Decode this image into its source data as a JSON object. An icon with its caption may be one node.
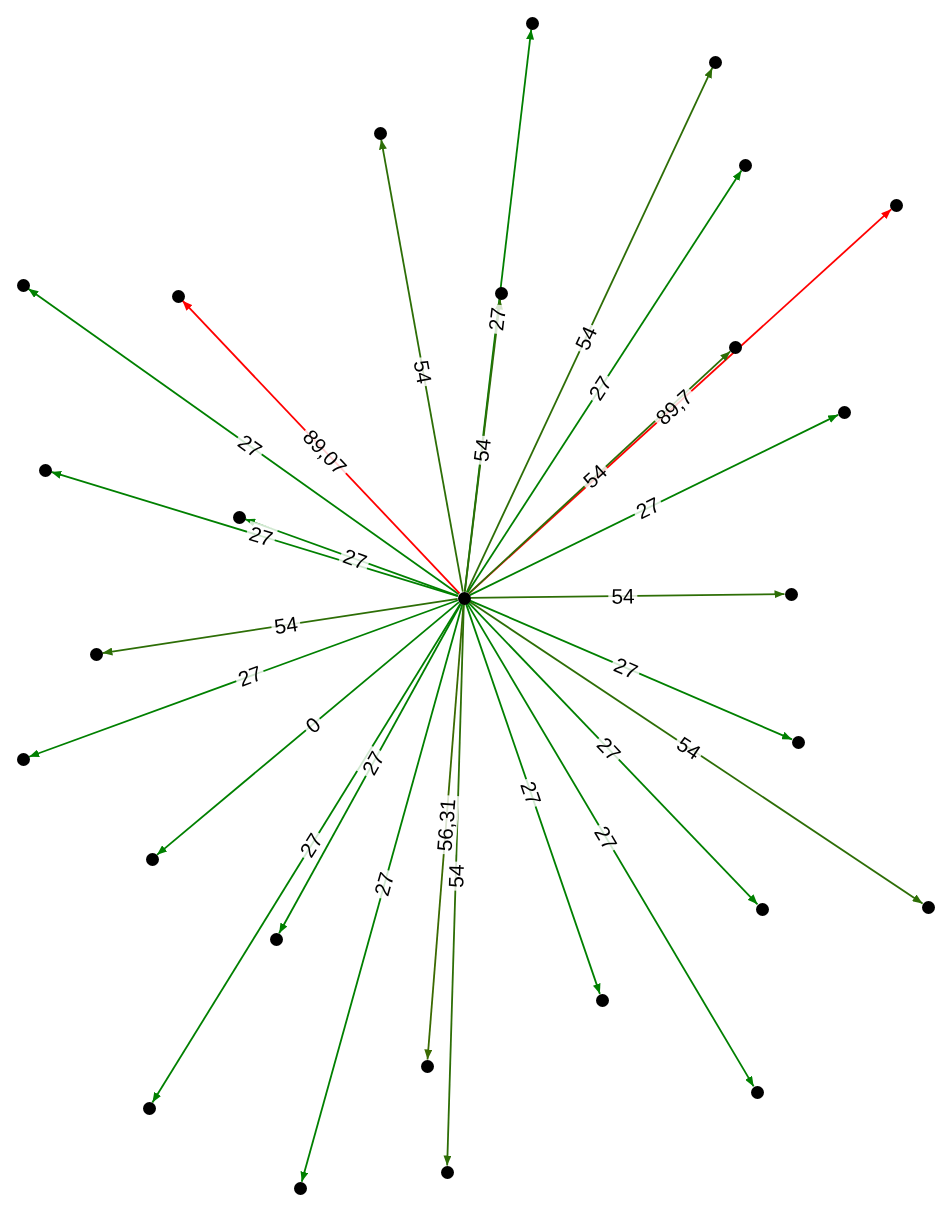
{
  "diagram": {
    "nodes": [
      {
        "text": [],
        "shape": "circle"
      },
      {
        "text": [],
        "shape": "circle"
      },
      {
        "text": [],
        "shape": "circle"
      },
      {
        "text": [],
        "shape": "circle"
      },
      {
        "text": [],
        "shape": "circle"
      },
      {
        "text": [],
        "shape": "circle"
      },
      {
        "text": [],
        "shape": "circle"
      },
      {
        "text": [],
        "shape": "circle"
      },
      {
        "text": [],
        "shape": "circle"
      },
      {
        "text": [],
        "shape": "circle"
      },
      {
        "text": [],
        "shape": "circle"
      },
      {
        "text": [],
        "shape": "circle"
      },
      {
        "text": [],
        "shape": "circle"
      },
      {
        "text": [],
        "shape": "circle"
      },
      {
        "text": [],
        "shape": "circle"
      },
      {
        "text": [],
        "shape": "circle"
      },
      {
        "text": [],
        "shape": "circle"
      },
      {
        "text": [],
        "shape": "circle"
      },
      {
        "text": [],
        "shape": "circle"
      },
      {
        "text": [],
        "shape": "circle"
      },
      {
        "text": [],
        "shape": "circle"
      },
      {
        "text": [],
        "shape": "circle"
      },
      {
        "text": [],
        "shape": "circle"
      },
      {
        "text": [],
        "shape": "circle"
      },
      {
        "text": [],
        "shape": "circle"
      },
      {
        "text": [],
        "shape": "circle"
      },
      {
        "text": [],
        "shape": "circle"
      }
    ],
    "edges": [
      {
        "from": 13,
        "to": 0,
        "arrow": "to",
        "label": "27"
      },
      {
        "from": 13,
        "to": 1,
        "arrow": "to",
        "label": "54",
        "color": "#2d6e06"
      },
      {
        "from": 13,
        "to": 2,
        "arrow": "to",
        "label": "54",
        "color": "#2d6e06"
      },
      {
        "from": 13,
        "to": 3,
        "arrow": "to",
        "label": "27"
      },
      {
        "from": 13,
        "to": 4,
        "arrow": "to",
        "label": "89,7",
        "color": "#ff0000"
      },
      {
        "from": 13,
        "to": 5,
        "arrow": "to",
        "label": "27"
      },
      {
        "from": 13,
        "to": 6,
        "arrow": "to",
        "label": "54",
        "color": "#2d6e06"
      },
      {
        "from": 13,
        "to": 7,
        "arrow": "to",
        "label": "89,07",
        "color": "#ff0000"
      },
      {
        "from": 13,
        "to": 8,
        "arrow": "to",
        "label": "54",
        "color": "#2d6e06"
      },
      {
        "from": 13,
        "to": 9,
        "arrow": "to",
        "label": "27"
      },
      {
        "from": 13,
        "to": 10,
        "arrow": "to",
        "label": "27"
      },
      {
        "from": 13,
        "to": 11,
        "arrow": "to",
        "label": "27"
      },
      {
        "from": 13,
        "to": 12,
        "arrow": "to",
        "label": "54",
        "color": "#2d6e06"
      },
      {
        "from": 13,
        "to": 14,
        "arrow": "to",
        "label": "54",
        "color": "#2d6e06"
      },
      {
        "from": 13,
        "to": 15,
        "arrow": "to",
        "label": "27"
      },
      {
        "from": 13,
        "to": 16,
        "arrow": "to",
        "label": "27"
      },
      {
        "from": 13,
        "to": 17,
        "arrow": "to",
        "label": "0"
      },
      {
        "from": 13,
        "to": 18,
        "arrow": "to",
        "label": "54",
        "color": "#2d6e06"
      },
      {
        "from": 13,
        "to": 19,
        "arrow": "to",
        "label": "27"
      },
      {
        "from": 13,
        "to": 20,
        "arrow": "to",
        "label": "27"
      },
      {
        "from": 13,
        "to": 21,
        "arrow": "to",
        "label": "27"
      },
      {
        "from": 13,
        "to": 22,
        "arrow": "to",
        "label": "56,31",
        "color": "#3a6a00"
      },
      {
        "from": 13,
        "to": 23,
        "arrow": "to",
        "label": "27"
      },
      {
        "from": 13,
        "to": 24,
        "arrow": "to",
        "label": "27"
      },
      {
        "from": 13,
        "to": 25,
        "arrow": "to",
        "label": "54",
        "color": "#2d6e06"
      },
      {
        "from": 13,
        "to": 26,
        "arrow": "to",
        "label": "27"
      }
    ]
  }
}
